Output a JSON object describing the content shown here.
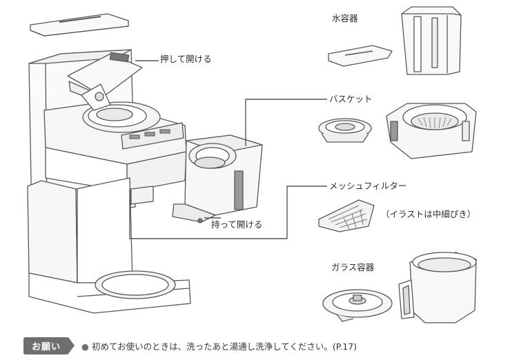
{
  "labels": {
    "push_open": "押して開ける",
    "hold_open": "持って開ける",
    "water_tank": "水容器",
    "basket": "バスケット",
    "mesh_filter": "メッシュフィルター",
    "illustration_note": "（イラストは中細ぴき）",
    "glass_carafe": "ガラス容器"
  },
  "notice": {
    "badge": "お願い",
    "bullet": "●",
    "text": "初めてお使いのときは、洗ったあと湯通し洗浄してください。(P.17)"
  }
}
